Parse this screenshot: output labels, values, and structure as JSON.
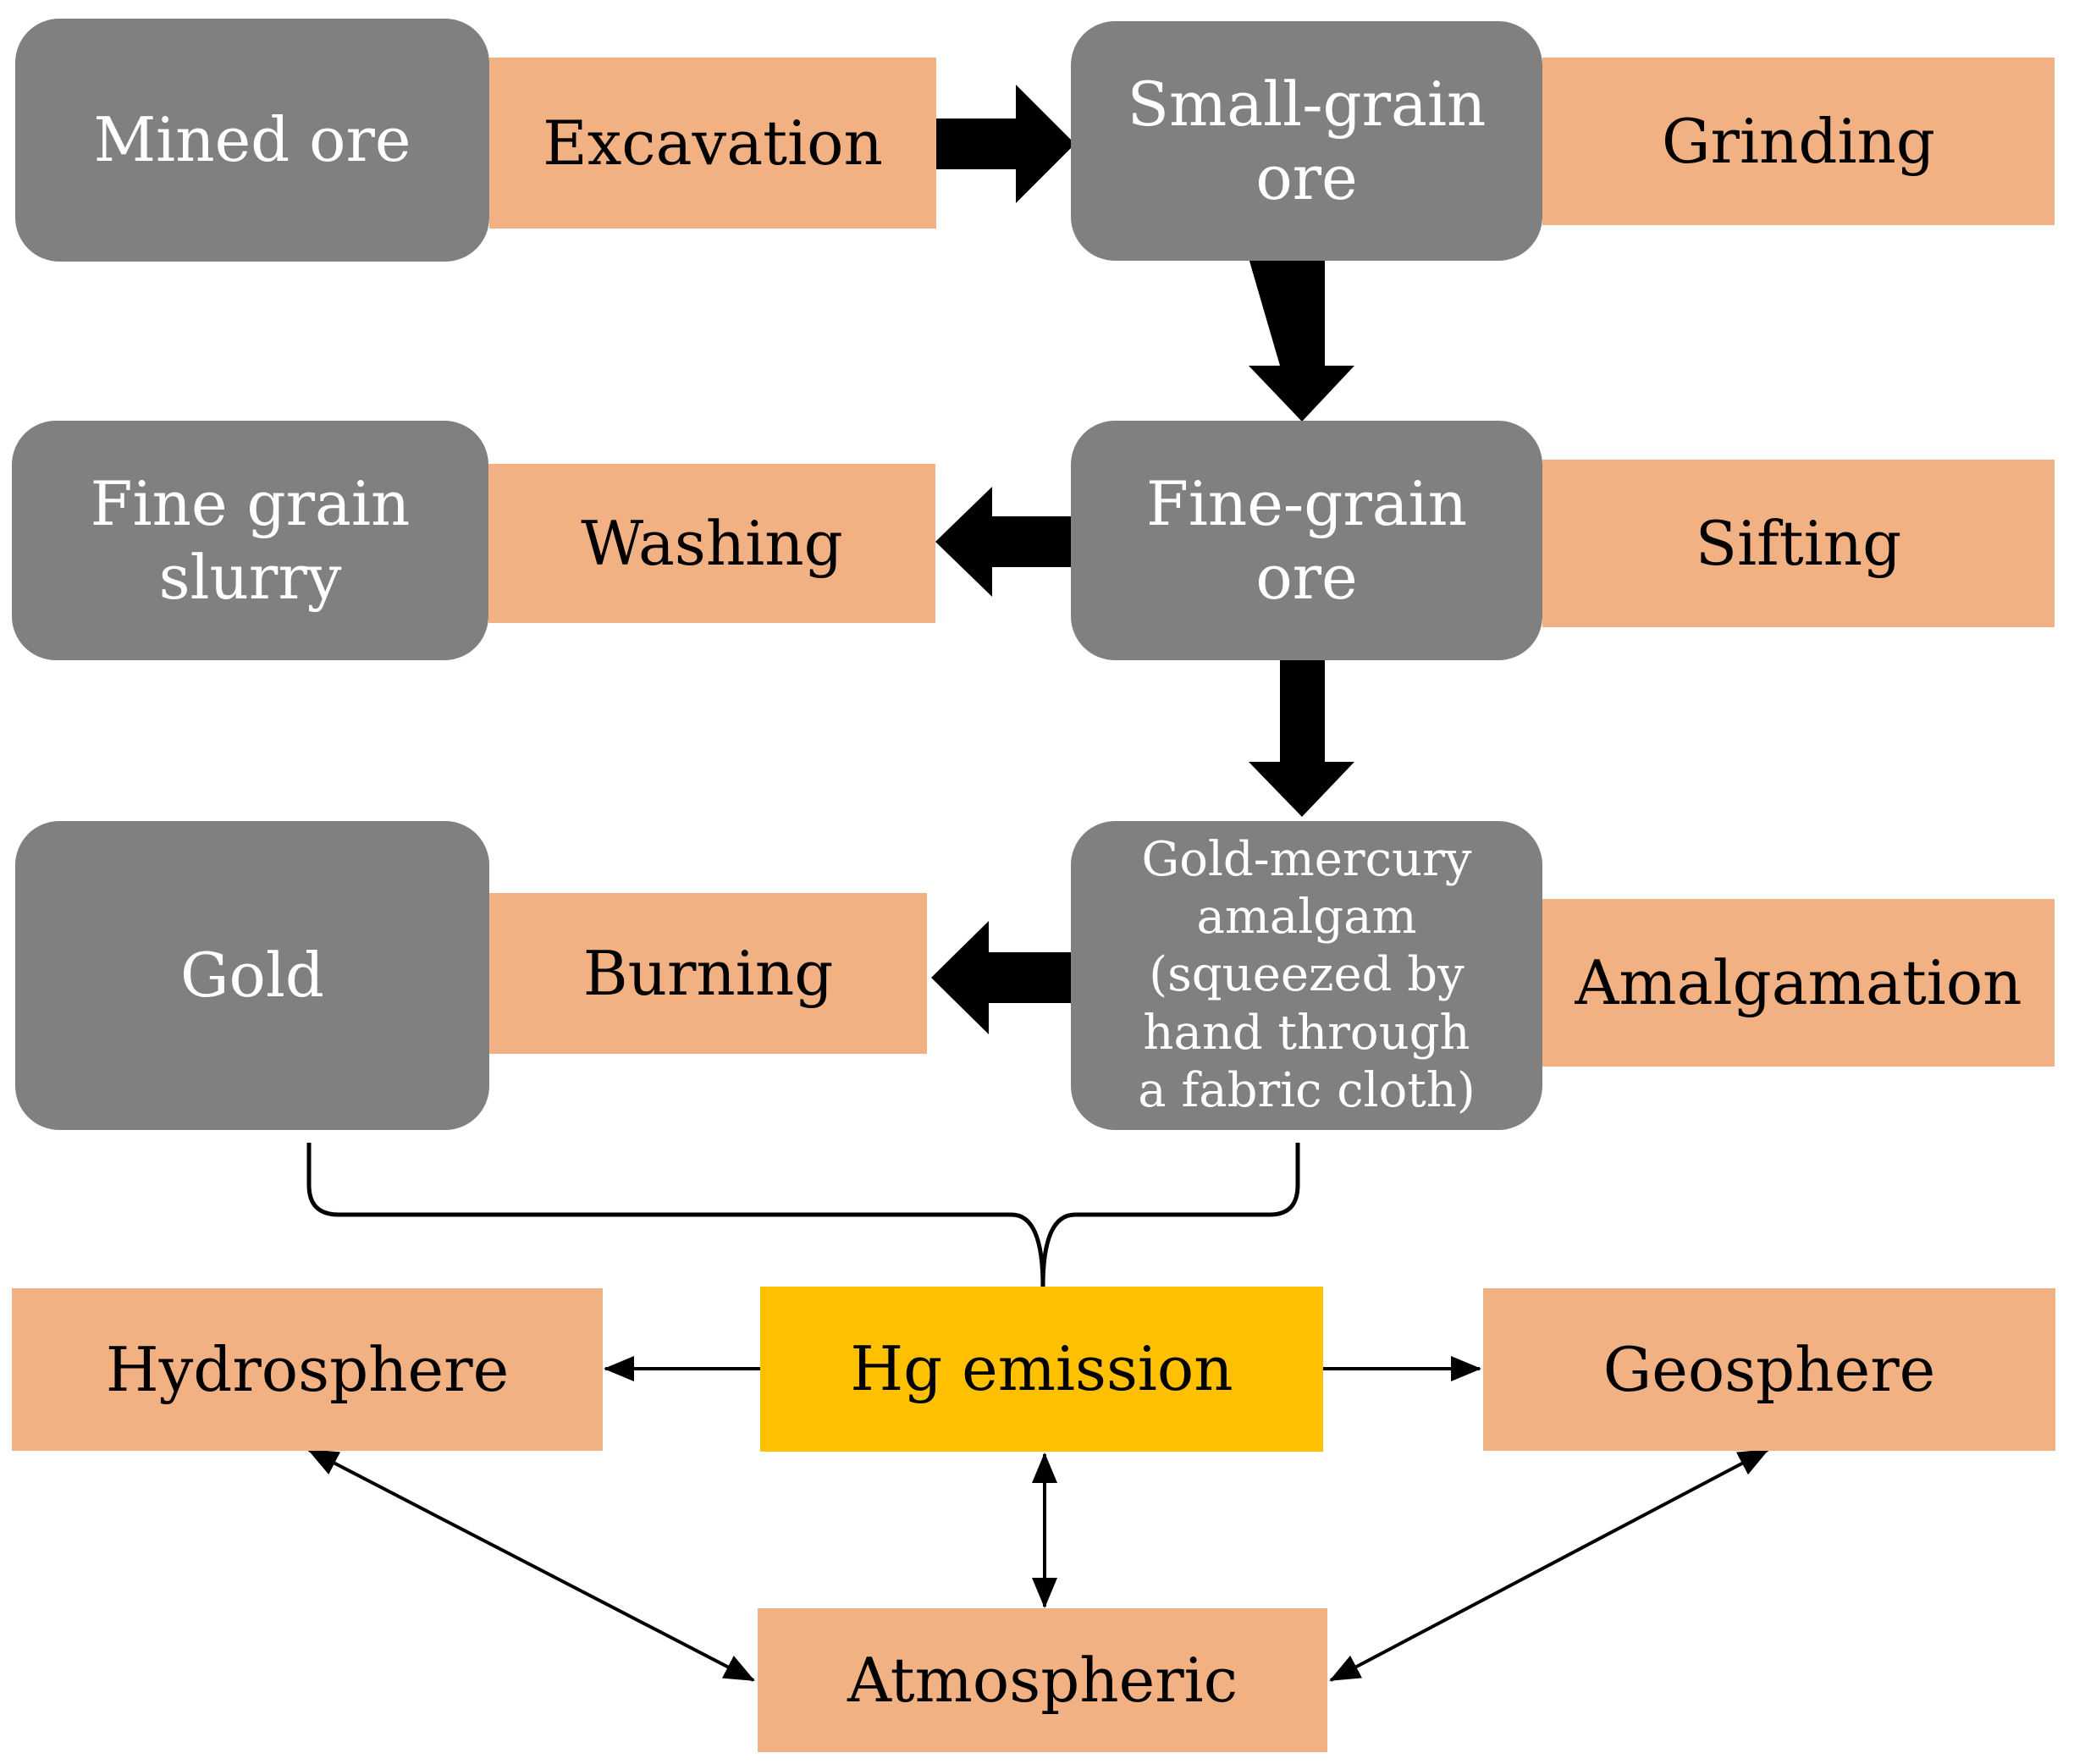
{
  "stages": {
    "mined_ore": "Mined ore",
    "small_grain_ore": "Small-grain ore",
    "fine_grain_slurry": "Fine grain slurry",
    "fine_grain_ore": "Fine-grain ore",
    "gold": "Gold",
    "amalgam": "Gold-mercury amalgam (squeezed by hand through a fabric cloth)"
  },
  "processes": {
    "excavation": "Excavation",
    "grinding": "Grinding",
    "washing": "Washing",
    "sifting": "Sifting",
    "burning": "Burning",
    "amalgamation": "Amalgamation"
  },
  "emission": {
    "hg_emission": "Hg emission",
    "hydrosphere": "Hydrosphere",
    "geosphere": "Geosphere",
    "atmospheric": "Atmospheric"
  },
  "colors": {
    "stage_fill": "#808080",
    "process_fill": "#f2b183",
    "emission_fill": "#ffc000",
    "arrow": "#000000"
  }
}
